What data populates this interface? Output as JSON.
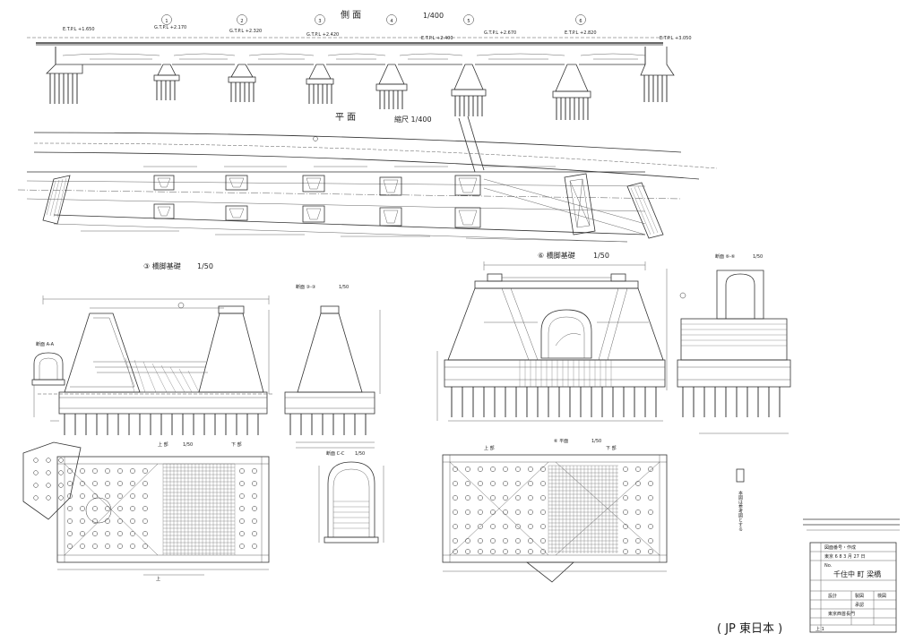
{
  "views": {
    "side_view": {
      "title": "側 面",
      "scale": "1/400"
    },
    "plan_view": {
      "title": "平 面",
      "scale": "縮尺 1/400"
    },
    "pier3_view": {
      "title": "③ 橋脚基礎",
      "scale": "1/50"
    },
    "pier3_section": {
      "title": "断面 ③-③",
      "scale": "1/50"
    },
    "pier3_bottom": {
      "title": "上 部",
      "scale": "1/50"
    },
    "pier3_bottom2": {
      "title": "下 部"
    },
    "pier3_small_section": {
      "title": "断面 C-C",
      "scale": "1/50"
    },
    "pier6_view": {
      "title": "⑥ 橋脚基礎",
      "scale": "1/50"
    },
    "pier6_section": {
      "title": "断面 ⑥-⑥",
      "scale": "1/50"
    },
    "pier6_plan": {
      "title": "⑥ 平面",
      "scale": "1/50"
    },
    "pier6_plan_top": {
      "title": "上 部"
    },
    "pier6_plan_bottom": {
      "title": "下 部"
    }
  },
  "pier_numbers": [
    "1",
    "2",
    "3",
    "4",
    "5",
    "6"
  ],
  "side_elev_labels": [
    "E.T.P.L +1.650",
    "G.T.P.L +2.170",
    "G.T.P.L +2.320",
    "G.T.P.L +2.420",
    "E.T.P.L +2.400",
    "G.T.P.L +2.670",
    "E.T.P.L +2.820",
    "E.T.P.L +3.050"
  ],
  "title_block": {
    "header": "図面番号・作成",
    "rows": [
      "東京 6 8   3 月 27 日",
      "No.",
      "千住中 町 梁橋"
    ],
    "approval_rows": [
      "設計",
      "製図",
      "検図",
      "承認"
    ],
    "office": "東京西首長門",
    "footer": "上 1"
  },
  "stamp_text": "( JP 東日本 )",
  "vertical_note": "本図は参考図とする"
}
